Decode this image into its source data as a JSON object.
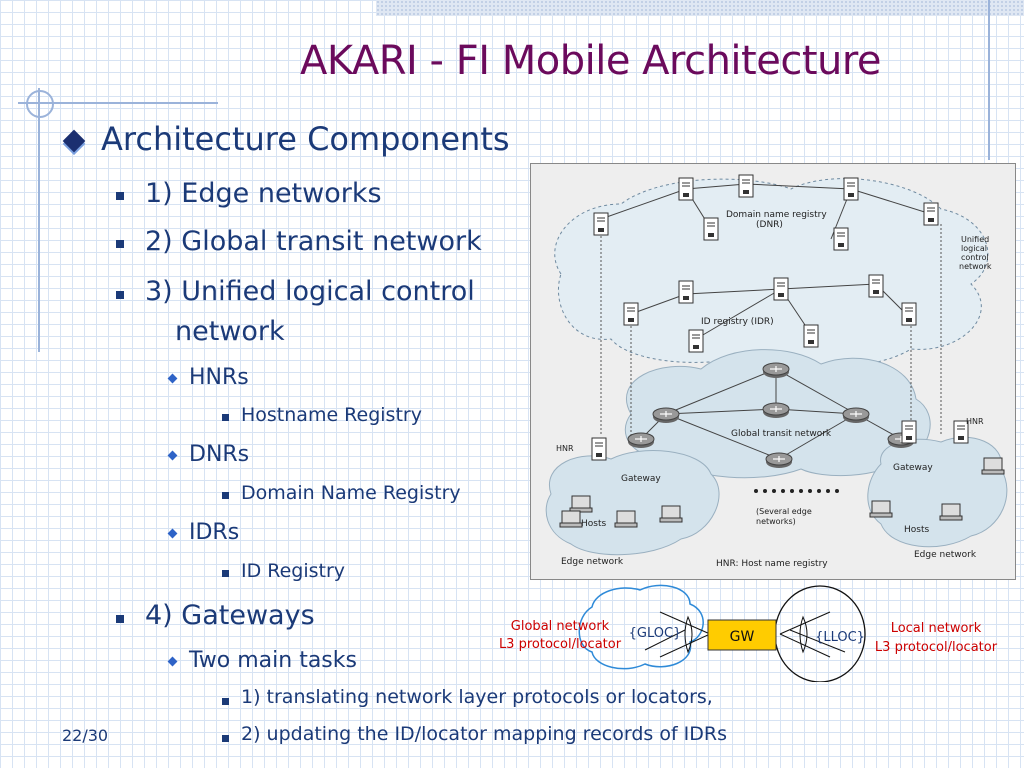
{
  "slide": {
    "title": "AKARI - FI Mobile Architecture",
    "page_number": "22/30"
  },
  "outline": {
    "heading": "Architecture Components",
    "items": [
      {
        "label": "1) Edge networks"
      },
      {
        "label": "2) Global transit network"
      },
      {
        "label": "3) Unified logical control"
      },
      {
        "label": "network"
      },
      {
        "label": "HNRs"
      },
      {
        "label": "Hostname Registry"
      },
      {
        "label": "DNRs"
      },
      {
        "label": "Domain Name Registry"
      },
      {
        "label": "IDRs"
      },
      {
        "label": "ID Registry"
      },
      {
        "label": "4) Gateways"
      },
      {
        "label": "Two main tasks"
      },
      {
        "label": "1) translating network layer protocols or locators,"
      },
      {
        "label": "2) updating the ID/locator mapping records of IDRs"
      }
    ]
  },
  "figure": {
    "dnr_label_1": "Domain name registry",
    "dnr_label_2": "(DNR)",
    "unified_1": "Unified",
    "unified_2": "logical",
    "unified_3": "control",
    "unified_4": "network",
    "idr_label": "ID registry (IDR)",
    "transit_label": "Global transit network",
    "hnr_left": "HNR",
    "hnr_right": "HNR",
    "gateway_left": "Gateway",
    "gateway_right": "Gateway",
    "hosts_left": "Hosts",
    "hosts_right": "Hosts",
    "edge_left": "Edge network",
    "edge_right": "Edge network",
    "several_1": "(Several edge",
    "several_2": "networks)",
    "hnr_caption": "HNR: Host name registry"
  },
  "gateway_diagram": {
    "global_1": "Global network",
    "global_2": "L3 protocol/locator",
    "gloc": "{GLOC}",
    "gw": "GW",
    "lloc": "{LLOC}",
    "local_1": "Local network",
    "local_2": "L3 protocol/locator"
  },
  "colors": {
    "title": "#6b0a5c",
    "body_text": "#1b3a78",
    "gw_box": "#ffcc00",
    "red_label": "#cc0000",
    "cloud_blue": "#2e8ad8"
  }
}
